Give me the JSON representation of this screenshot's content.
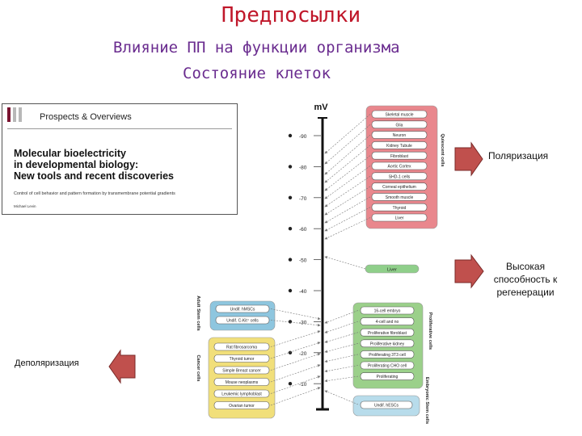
{
  "slide": {
    "title": "Предпосылки",
    "subtitle": "Влияние ПП на функции организма",
    "subtitle2": "Состояние клеток"
  },
  "paper": {
    "journal": "Prospects & Overviews",
    "title_lines": [
      "Molecular bioelectricity",
      "in developmental biology:",
      "New tools and recent discoveries"
    ],
    "subtitle": "Control of cell behavior and pattern formation by transmembrane potential gradients",
    "author": "Michael Levin"
  },
  "diagram": {
    "unit": "mV",
    "ticks": [
      "-90",
      "-80",
      "-70",
      "-60",
      "-50",
      "-40",
      "-30",
      "-20",
      "-10"
    ],
    "groups": {
      "quiescent": {
        "label": "Quiescent cells",
        "items": [
          "Skeletal muscle",
          "Glia",
          "Neuron",
          "Kidney Tubule",
          "Fibroblast",
          "Aortic Cortex",
          "SHD-1 cells",
          "Corneal epithelium",
          "Smooth muscle",
          "Thyroid",
          "Liver"
        ]
      },
      "liver": {
        "items": [
          "Liver"
        ]
      },
      "adult_stem": {
        "label": "Adult Stem cells",
        "items": [
          "Undif. hMSCs",
          "Undif. C-Kit⁺ cells"
        ]
      },
      "cancer": {
        "label": "Cancer cells",
        "items": [
          "Rat fibrosarcoma",
          "Thyroid tumor",
          "Simple Breast cancer",
          "Mouse neoplasms",
          "Leukemic lymphoblast",
          "Ovarian tumor"
        ]
      },
      "proliferative": {
        "label": "Proliferative cells",
        "items": [
          "16-cell embryo",
          "4-cell and no",
          "Proliferative fibroblast",
          "Proliferative kidney",
          "Proliferating 3T3 cell",
          "Proliferating CHO cell",
          "Proliferating"
        ]
      },
      "embryonic": {
        "label": "Embryonic Stem cells",
        "items": [
          "Undif. hESCs"
        ]
      }
    }
  },
  "annotations": {
    "polarization": "Поляризация",
    "regeneration": [
      "Высокая",
      "способность к",
      "регенерации"
    ],
    "depolarization": "Деполяризация"
  },
  "colors": {
    "title": "#c0172a",
    "subtitle": "#6a2c8f",
    "arrow_fill": "#c0504d",
    "quiescent_fill": "#e9878d",
    "liver_fill": "#8fcf8a",
    "adult_stem_fill": "#8ec6df",
    "cancer_fill": "#f1df7a",
    "proliferative_fill": "#9bd08a",
    "embryonic_fill": "#b8dceb"
  }
}
